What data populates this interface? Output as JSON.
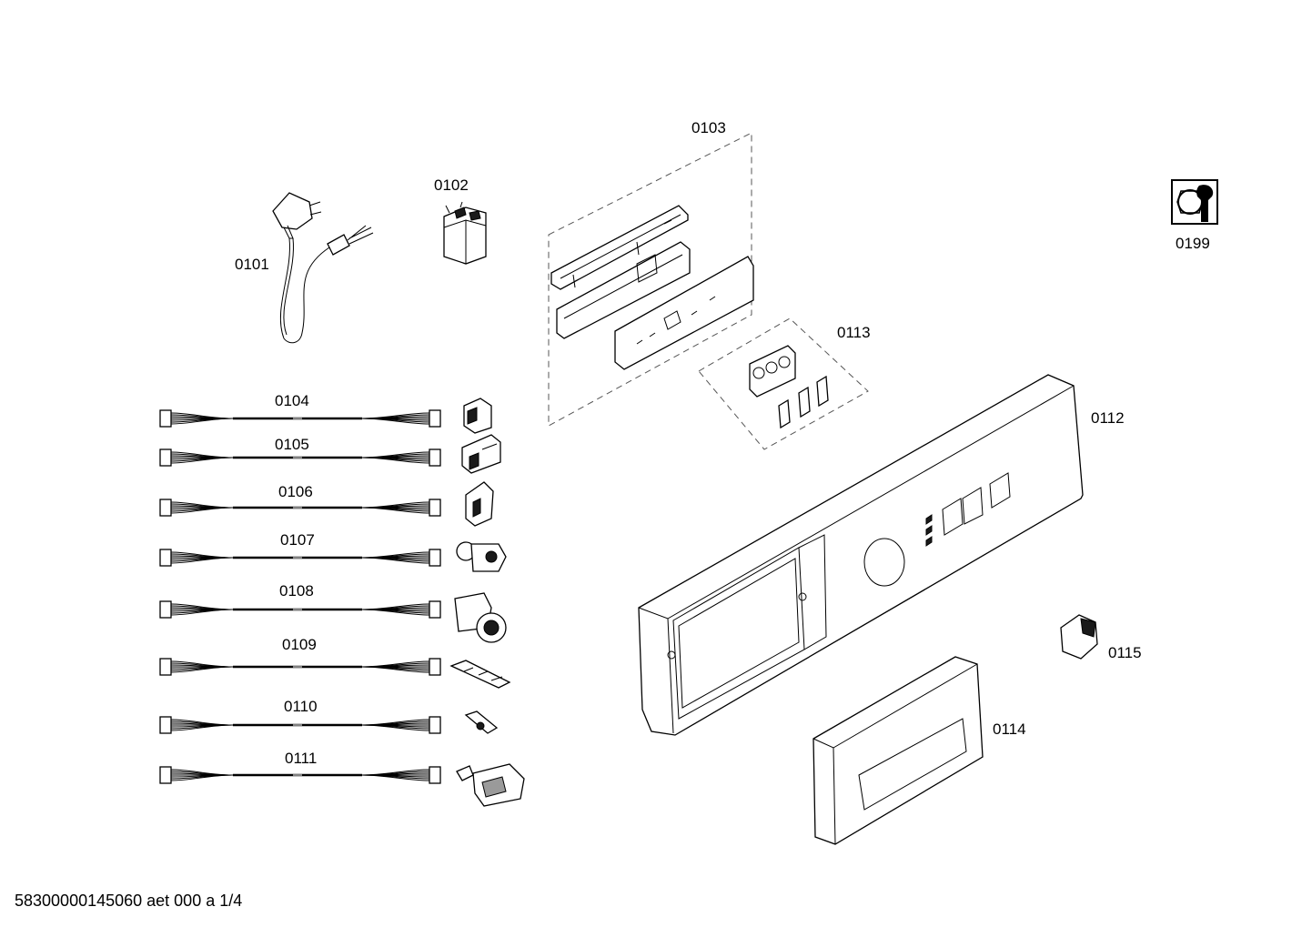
{
  "parts": {
    "p0101": "0101",
    "p0102": "0102",
    "p0103": "0103",
    "p0104": "0104",
    "p0105": "0105",
    "p0106": "0106",
    "p0107": "0107",
    "p0108": "0108",
    "p0109": "0109",
    "p0110": "0110",
    "p0111": "0111",
    "p0112": "0112",
    "p0113": "0113",
    "p0114": "0114",
    "p0115": "0115",
    "p0199": "0199"
  },
  "footer": {
    "drawing_id": "58300000145060 aet 000 a 1/4"
  }
}
